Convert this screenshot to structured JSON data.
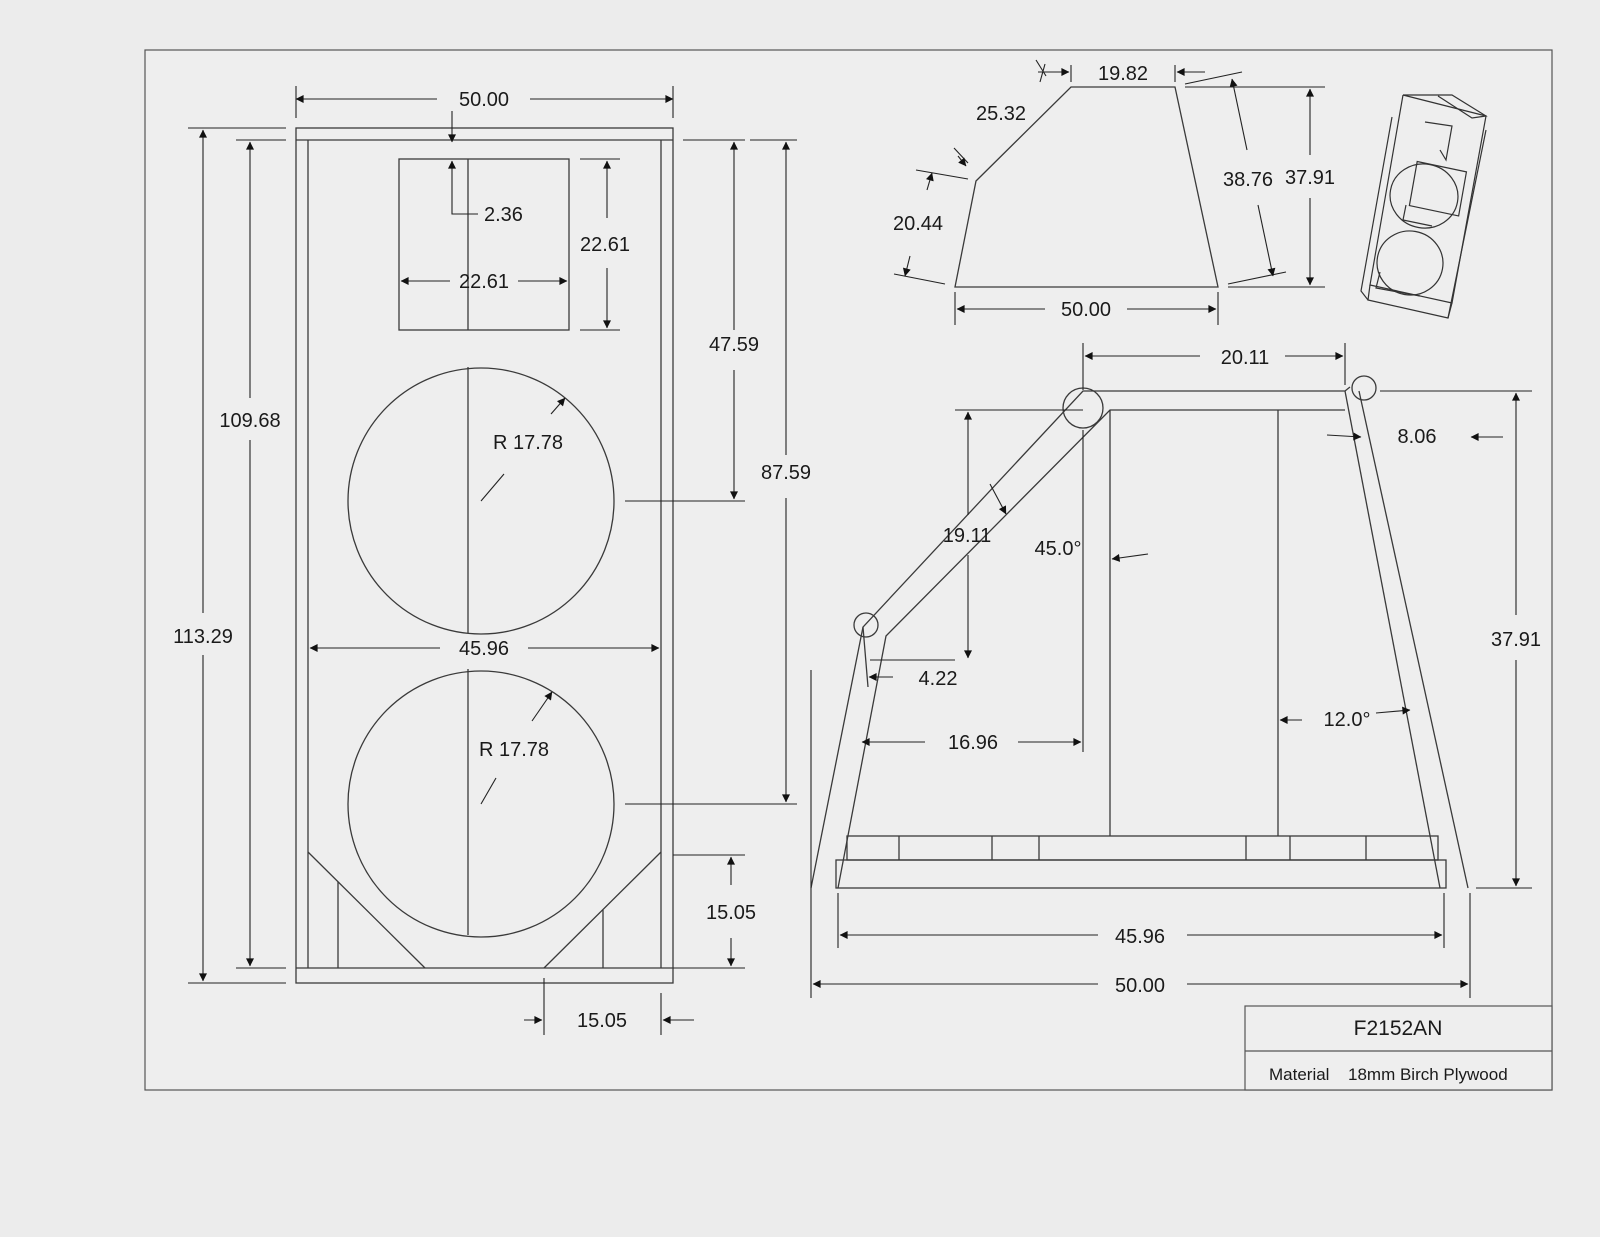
{
  "front_view": {
    "dims": {
      "overall_width": "50.00",
      "tweeter_offset": "2.36",
      "horn_height": "22.61",
      "horn_width": "22.61",
      "inner_height": "109.68",
      "outer_height": "113.29",
      "inner_width": "45.96",
      "woofer_upper_radius": "R 17.78",
      "woofer_lower_radius": "R 17.78",
      "upper_woofer_center": "47.59",
      "lower_woofer_center": "87.59",
      "corner_brace_height": "15.05",
      "corner_brace_width": "15.05"
    }
  },
  "top_view": {
    "dims": {
      "back_width": "19.82",
      "angled_side": "25.32",
      "front_short_side": "20.44",
      "long_side": "38.76",
      "depth": "37.91",
      "front_width": "50.00"
    }
  },
  "section_view": {
    "dims": {
      "top_width": "20.11",
      "rear_offset": "8.06",
      "bevel_length": "19.11",
      "bevel_angle": "45.0°",
      "front_offset": "4.22",
      "bevel_depth": "16.96",
      "side_angle": "12.0°",
      "height": "37.91",
      "inner_width": "45.96",
      "outer_width": "50.00"
    }
  },
  "title_block": {
    "part_number": "F2152AN",
    "material_label": "Material",
    "material_value": "18mm Birch Plywood"
  }
}
